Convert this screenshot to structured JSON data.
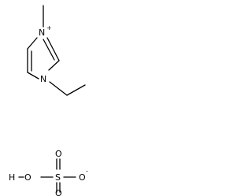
{
  "cation": {
    "atoms": {
      "n_methyl": {
        "symbol": "N",
        "charge": "+"
      },
      "n_ethyl": {
        "symbol": "N"
      }
    }
  },
  "anion": {
    "atoms": {
      "h": {
        "symbol": "H"
      },
      "o_hydroxyl": {
        "symbol": "O"
      },
      "s": {
        "symbol": "S"
      },
      "o_top": {
        "symbol": "O"
      },
      "o_bottom": {
        "symbol": "O"
      },
      "o_anionic": {
        "symbol": "O",
        "charge": "-"
      }
    }
  }
}
